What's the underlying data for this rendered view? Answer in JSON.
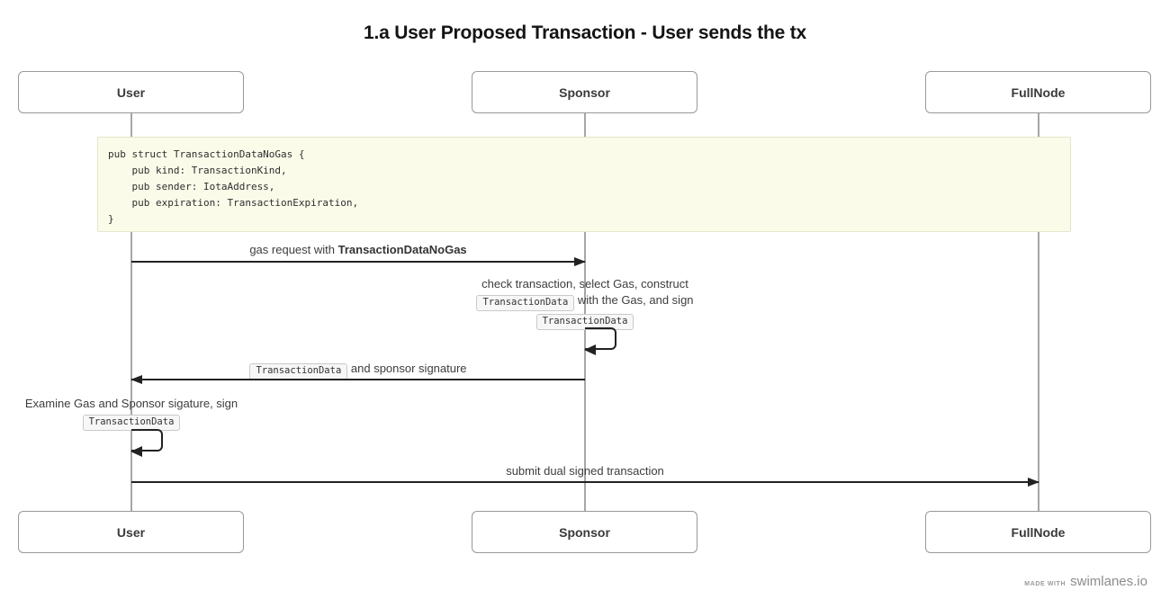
{
  "title": "1.a User Proposed Transaction - User sends the tx",
  "actors": [
    "User",
    "Sponsor",
    "FullNode"
  ],
  "note": {
    "lines": [
      "pub struct TransactionDataNoGas {",
      "    pub kind: TransactionKind,",
      "    pub sender: IotaAddress,",
      "    pub expiration: TransactionExpiration,",
      "}"
    ]
  },
  "messages": {
    "gas_request": {
      "prefix": "gas request with ",
      "bold": "TransactionDataNoGas"
    },
    "sponsor_self": {
      "line1": "check transaction, select Gas, construct",
      "code1": "TransactionData",
      "line2_rest": "with the Gas, and sign",
      "code2": "TransactionData"
    },
    "sponsor_return": {
      "code": "TransactionData",
      "rest": "and sponsor signature"
    },
    "user_self": {
      "line1": "Examine Gas and Sponsor sigature, sign",
      "code": "TransactionData"
    },
    "submit": {
      "label": "submit dual signed transaction"
    }
  },
  "footer": {
    "made_with": "MADE WITH",
    "brand": "swimlanes.io"
  },
  "colors": {
    "note_bg": "#fbfbea",
    "note_border": "#e4e5c9",
    "arrow": "#222222",
    "lifeline": "#a6a6a6",
    "box_border": "#999999",
    "chip_bg": "#f7f7f7",
    "chip_border": "#c9c9c9",
    "title_text": "#141414",
    "label_text": "#3d3d3d",
    "footer_text": "#8c8c8c"
  }
}
